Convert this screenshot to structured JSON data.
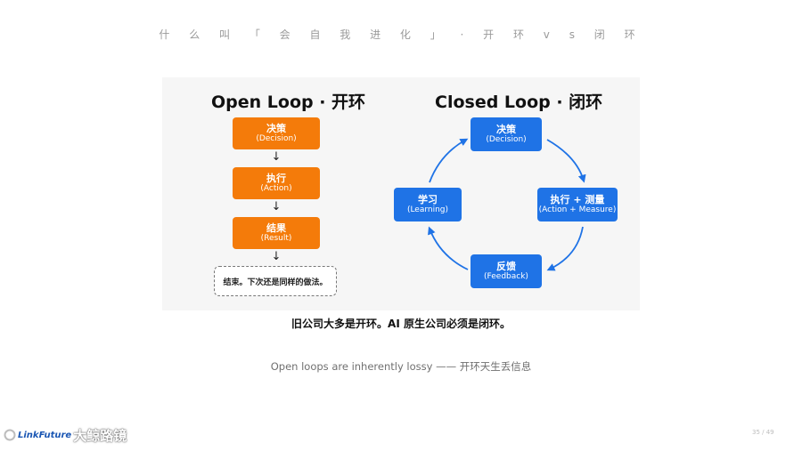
{
  "slide": {
    "title": "什 么 叫 「 会 自 我 进 化 」 · 开 环 v s 闭 环",
    "page_number": "35 / 49"
  },
  "open_loop": {
    "title": "Open Loop · 开环",
    "steps": [
      {
        "zh": "决策",
        "en": "(Decision)"
      },
      {
        "zh": "执行",
        "en": "(Action)"
      },
      {
        "zh": "结果",
        "en": "(Result)"
      }
    ],
    "arrow_glyph": "↓",
    "end_note": "结束。下次还是同样的做法。"
  },
  "closed_loop": {
    "title": "Closed Loop · 闭环",
    "nodes": {
      "decision": {
        "zh": "决策",
        "en": "(Decision)"
      },
      "action": {
        "zh": "执行 + 测量",
        "en": "(Action + Measure)"
      },
      "feedback": {
        "zh": "反馈",
        "en": "(Feedback)"
      },
      "learning": {
        "zh": "学习",
        "en": "(Learning)"
      }
    }
  },
  "caption": "旧公司大多是开环。AI 原生公司必须是闭环。",
  "subnote": "Open loops are inherently lossy —— 开环天生丢信息",
  "logo": {
    "text_en": "LinkFuture",
    "text_zh": "大鲸路镜"
  },
  "colors": {
    "orange": "#f47b0a",
    "blue": "#1f73e6",
    "panel_bg": "#f6f6f6"
  }
}
